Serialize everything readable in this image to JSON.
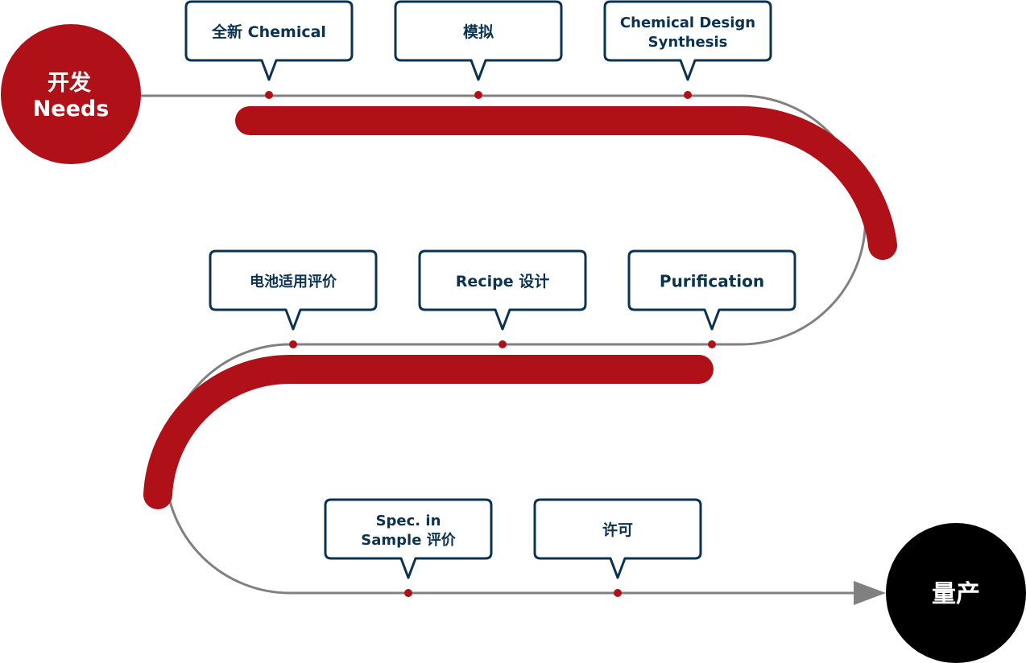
{
  "start_node": {
    "line1": "开发",
    "line2": "Needs"
  },
  "end_node": {
    "label": "量产"
  },
  "steps": [
    {
      "lines": [
        "全新 Chemical"
      ]
    },
    {
      "lines": [
        "模拟"
      ]
    },
    {
      "lines": [
        "Chemical Design",
        "Synthesis"
      ]
    },
    {
      "lines": [
        "电池适用评价"
      ]
    },
    {
      "lines": [
        "Recipe 设计"
      ]
    },
    {
      "lines": [
        "Purification"
      ]
    },
    {
      "lines": [
        "Spec. in",
        "Sample 评价"
      ]
    },
    {
      "lines": [
        "许可"
      ]
    }
  ],
  "colors": {
    "accent_red": "#b01118",
    "dark_navy": "#0b3350",
    "path_gray": "#808080",
    "end_black": "#000000",
    "white": "#ffffff"
  }
}
